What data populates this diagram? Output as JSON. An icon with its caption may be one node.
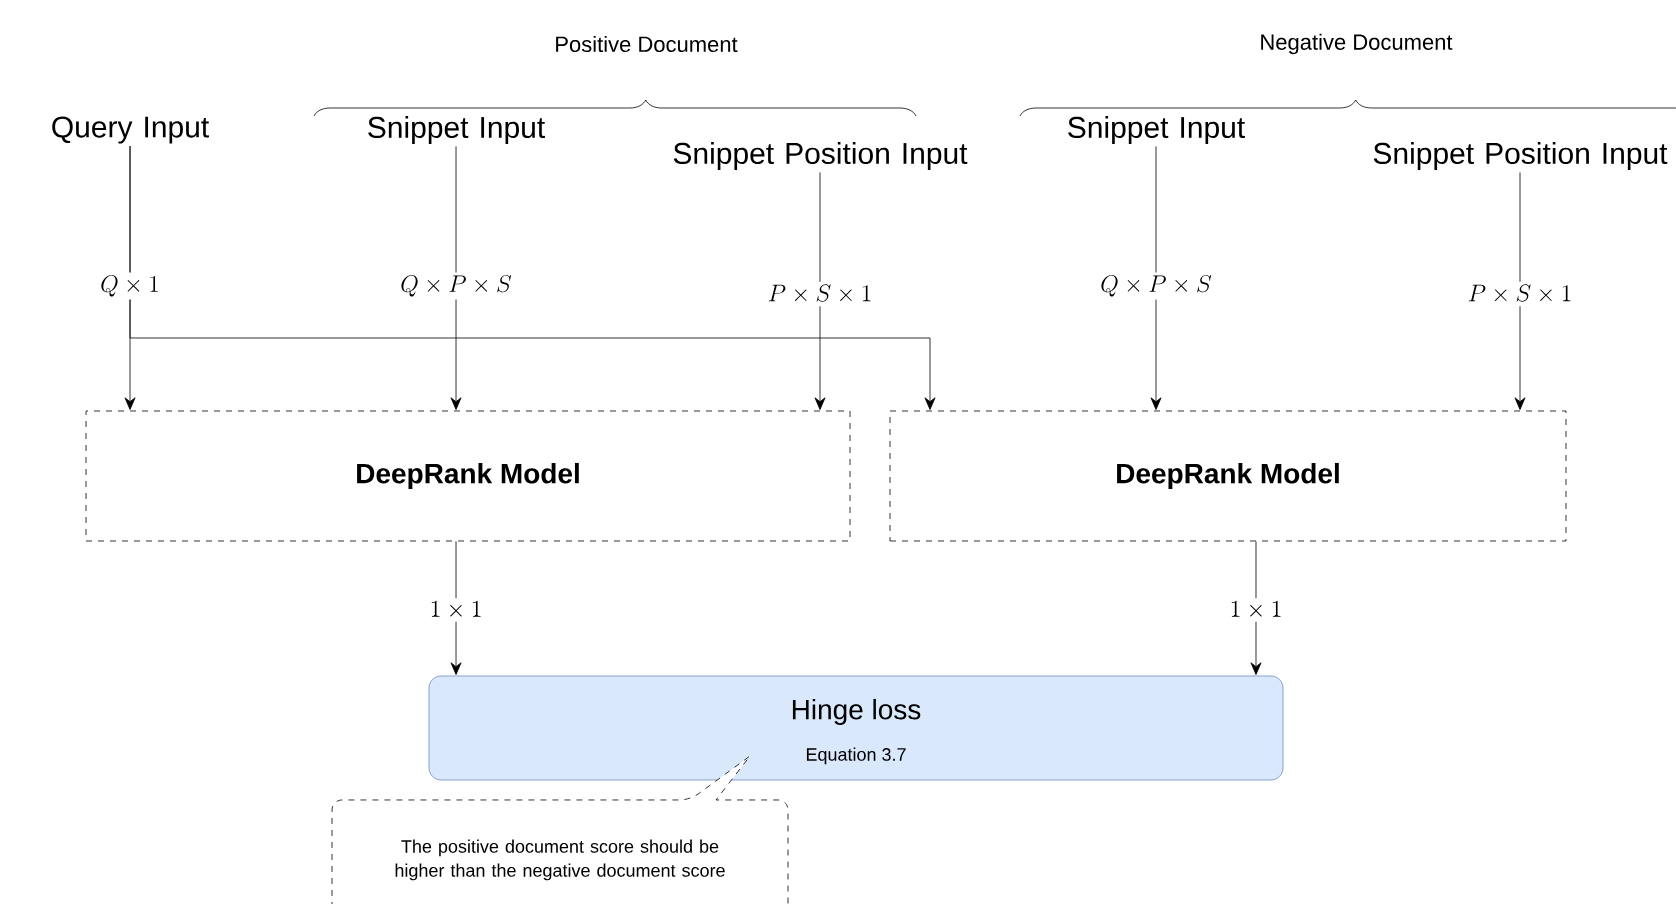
{
  "diagram": {
    "nodes": [
      {
        "text": [
          "Query Input"
        ]
      },
      {
        "text": [
          "Snippet Input"
        ]
      },
      {
        "text": [
          "Snippet Position Input"
        ]
      },
      {
        "text": [
          "Snippet Input"
        ]
      },
      {
        "text": [
          "Snippet Position Input"
        ]
      },
      {
        "text": [
          "DeepRank Model"
        ]
      },
      {
        "text": [
          "DeepRank Model"
        ]
      },
      {
        "text": [
          "Hinge loss",
          "Equation 3.7"
        ]
      },
      {
        "text": [
          "The positive document score should be higher than the negative document score"
        ]
      }
    ],
    "edges": [
      {
        "from": 0,
        "to": 5,
        "arrow": "to",
        "label": "Q \\times 1"
      },
      {
        "from": 0,
        "to": 6,
        "arrow": "to"
      },
      {
        "from": 1,
        "to": 5,
        "arrow": "to",
        "label": "Q \\times P \\times S"
      },
      {
        "from": 2,
        "to": 5,
        "arrow": "to",
        "label": "P \\times S \\times 1"
      },
      {
        "from": 3,
        "to": 6,
        "arrow": "to",
        "label": "Q \\times P \\times S"
      },
      {
        "from": 4,
        "to": 6,
        "arrow": "to",
        "label": "P \\times S \\times 1"
      },
      {
        "from": 5,
        "to": 7,
        "arrow": "to",
        "label": "1 \\times 1"
      },
      {
        "from": 6,
        "to": 7,
        "arrow": "to",
        "label": "1 \\times 1"
      }
    ],
    "labels": [
      "Positive Document",
      "Negative Document"
    ]
  }
}
